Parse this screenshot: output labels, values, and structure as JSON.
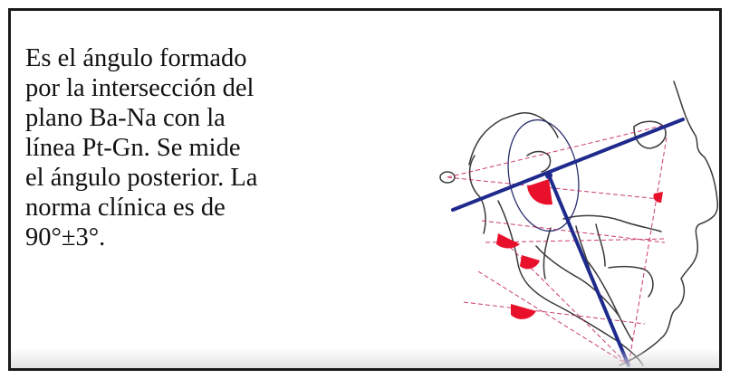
{
  "description": {
    "lines": [
      "Es el ángulo formado",
      "por la intersección del",
      "plano Ba-Na con la",
      "línea Pt-Gn. Se mide",
      "el ángulo posterior. La",
      "norma clínica es de",
      "90°±3°."
    ]
  },
  "colors": {
    "plane_line": "#1e2a8c",
    "angle_fill": "#e8102a",
    "reference_lines": "#c2185b",
    "tracing": "#3a3a3a"
  }
}
